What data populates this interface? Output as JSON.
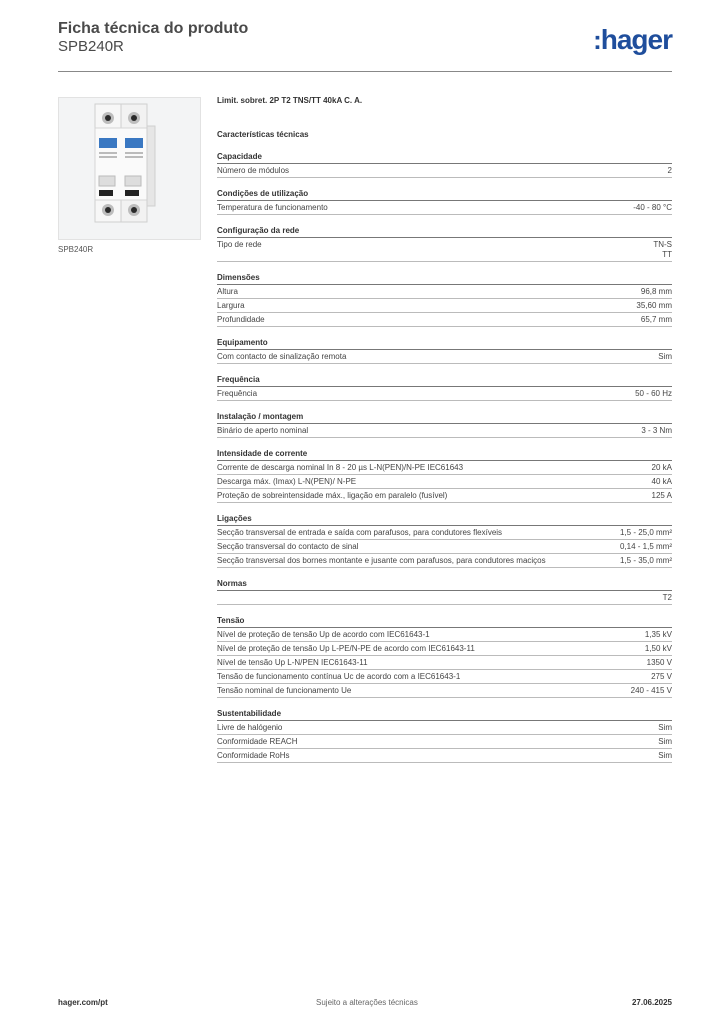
{
  "header": {
    "title": "Ficha técnica do produto",
    "subtitle": "SPB240R",
    "logo": "hager",
    "logo_color": "#1f4e9c"
  },
  "image": {
    "caption": "SPB240R"
  },
  "product": {
    "description": "Limit. sobret. 2P T2 TNS/TT 40kA C. A.",
    "tech_title": "Características técnicas"
  },
  "sections": [
    {
      "title": "Capacidade",
      "rows": [
        {
          "label": "Número de módulos",
          "value": [
            "2"
          ]
        }
      ]
    },
    {
      "title": "Condições de utilização",
      "rows": [
        {
          "label": "Temperatura de funcionamento",
          "value": [
            "-40 - 80 °C"
          ]
        }
      ]
    },
    {
      "title": "Configuração da rede",
      "rows": [
        {
          "label": "Tipo de rede",
          "value": [
            "TN-S",
            "TT"
          ]
        }
      ]
    },
    {
      "title": "Dimensões",
      "rows": [
        {
          "label": "Altura",
          "value": [
            "96,8 mm"
          ]
        },
        {
          "label": "Largura",
          "value": [
            "35,60 mm"
          ]
        },
        {
          "label": "Profundidade",
          "value": [
            "65,7 mm"
          ]
        }
      ]
    },
    {
      "title": "Equipamento",
      "rows": [
        {
          "label": "Com contacto de sinalização remota",
          "value": [
            "Sim"
          ]
        }
      ]
    },
    {
      "title": "Frequência",
      "rows": [
        {
          "label": "Frequência",
          "value": [
            "50 - 60 Hz"
          ]
        }
      ]
    },
    {
      "title": "Instalação / montagem",
      "rows": [
        {
          "label": "Binário de aperto nominal",
          "value": [
            "3 - 3 Nm"
          ]
        }
      ]
    },
    {
      "title": "Intensidade de corrente",
      "rows": [
        {
          "label": "Corrente de descarga nominal In 8 - 20 µs L-N(PEN)/N-PE IEC61643",
          "value": [
            "20 kA"
          ]
        },
        {
          "label": "Descarga máx. (Imax) L-N(PEN)/ N-PE",
          "value": [
            "40 kA"
          ]
        },
        {
          "label": "Proteção de sobreintensidade máx., ligação em paralelo (fusível)",
          "value": [
            "125 A"
          ]
        }
      ]
    },
    {
      "title": "Ligações",
      "rows": [
        {
          "label": "Secção transversal de entrada e saída com parafusos, para condutores flexíveis",
          "value": [
            "1,5 - 25,0 mm²"
          ]
        },
        {
          "label": "Secção transversal do contacto de sinal",
          "value": [
            "0,14 - 1,5 mm²"
          ]
        },
        {
          "label": "Secção transversal dos bornes montante e jusante com parafusos, para condutores maciços",
          "value": [
            "1,5 - 35,0 mm²"
          ]
        }
      ]
    },
    {
      "title": "Normas",
      "rows": [
        {
          "label": "",
          "value": [
            "T2"
          ]
        }
      ]
    },
    {
      "title": "Tensão",
      "rows": [
        {
          "label": "Nível de proteção de tensão Up de acordo com IEC61643-1",
          "value": [
            "1,35 kV"
          ]
        },
        {
          "label": "Nível de proteção de tensão Up L-PE/N-PE de acordo com IEC61643-11",
          "value": [
            "1,50 kV"
          ]
        },
        {
          "label": "Nível de tensão Up L-N/PEN IEC61643-11",
          "value": [
            "1350 V"
          ]
        },
        {
          "label": "Tensão de funcionamento contínua Uc de acordo com a IEC61643-1",
          "value": [
            "275 V"
          ]
        },
        {
          "label": "Tensão nominal de funcionamento Ue",
          "value": [
            "240 - 415 V"
          ]
        }
      ]
    },
    {
      "title": "Sustentabilidade",
      "rows": [
        {
          "label": "Livre de halógenio",
          "value": [
            "Sim"
          ]
        },
        {
          "label": "Conformidade REACH",
          "value": [
            "Sim"
          ]
        },
        {
          "label": "Conformidade RoHs",
          "value": [
            "Sim"
          ]
        }
      ]
    }
  ],
  "footer": {
    "left": "hager.com/pt",
    "middle": "Sujeito a alterações técnicas",
    "right": "27.06.2025"
  }
}
